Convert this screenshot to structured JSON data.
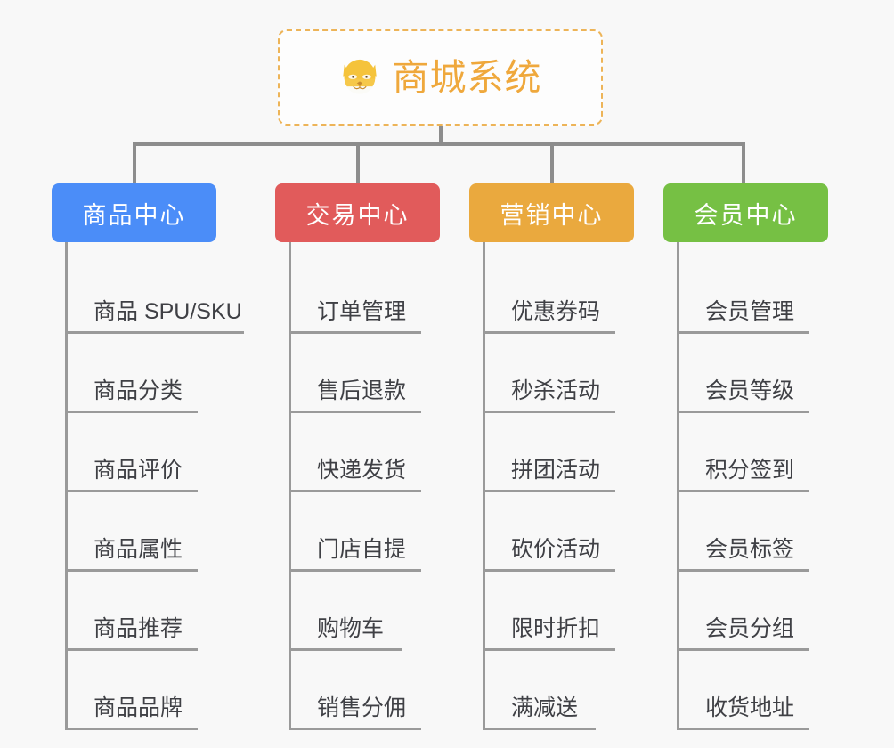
{
  "page": {
    "background_color": "#f8f8f8",
    "line_color": "#9a9a9a"
  },
  "root": {
    "title": "商城系统",
    "icon": "shiba-dog-face-icon",
    "text_color": "#efa83c",
    "border_color": "#edb458",
    "background_color": "#fdfdfd"
  },
  "chart_data": {
    "type": "diagram",
    "title": "商城系统",
    "layout": "org-chart",
    "columns": [
      {
        "label": "商品中心",
        "color": "#4b8df8",
        "items": [
          "商品 SPU/SKU",
          "商品分类",
          "商品评价",
          "商品属性",
          "商品推荐",
          "商品品牌"
        ]
      },
      {
        "label": "交易中心",
        "color": "#e15b5b",
        "items": [
          "订单管理",
          "售后退款",
          "快递发货",
          "门店自提",
          "购物车",
          "销售分佣"
        ]
      },
      {
        "label": "营销中心",
        "color": "#eaa93e",
        "items": [
          "优惠券码",
          "秒杀活动",
          "拼团活动",
          "砍价活动",
          "限时折扣",
          "满减送"
        ]
      },
      {
        "label": "会员中心",
        "color": "#76c044",
        "items": [
          "会员管理",
          "会员等级",
          "积分签到",
          "会员标签",
          "会员分组",
          "收货地址"
        ]
      }
    ]
  }
}
